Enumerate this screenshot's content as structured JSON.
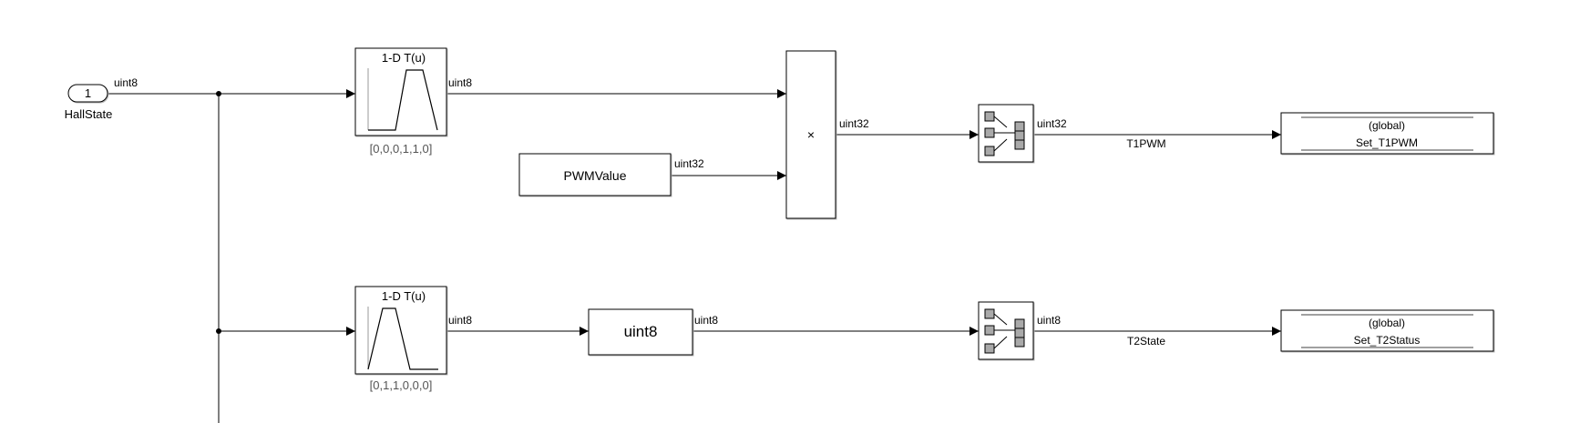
{
  "inport": {
    "number": "1",
    "name": "HallState",
    "signal_type": "uint8"
  },
  "lookup_top": {
    "title": "1-D T(u)",
    "table": "[0,0,0,1,1,0]",
    "out_type": "uint8"
  },
  "lookup_bottom": {
    "title": "1-D T(u)",
    "table": "[0,1,1,0,0,0]",
    "out_type": "uint8"
  },
  "pwm_value": {
    "name": "PWMValue",
    "out_type": "uint32"
  },
  "product": {
    "symbol": "×",
    "out_type": "uint32"
  },
  "convert": {
    "label": "uint8",
    "out_type": "uint8"
  },
  "gate_top": {
    "out_type": "uint32",
    "signal_name": "T1PWM"
  },
  "gate_bottom": {
    "out_type": "uint8",
    "signal_name": "T2State"
  },
  "func_top": {
    "scope": "(global)",
    "name": "Set_T1PWM"
  },
  "func_bottom": {
    "scope": "(global)",
    "name": "Set_T2Status"
  }
}
